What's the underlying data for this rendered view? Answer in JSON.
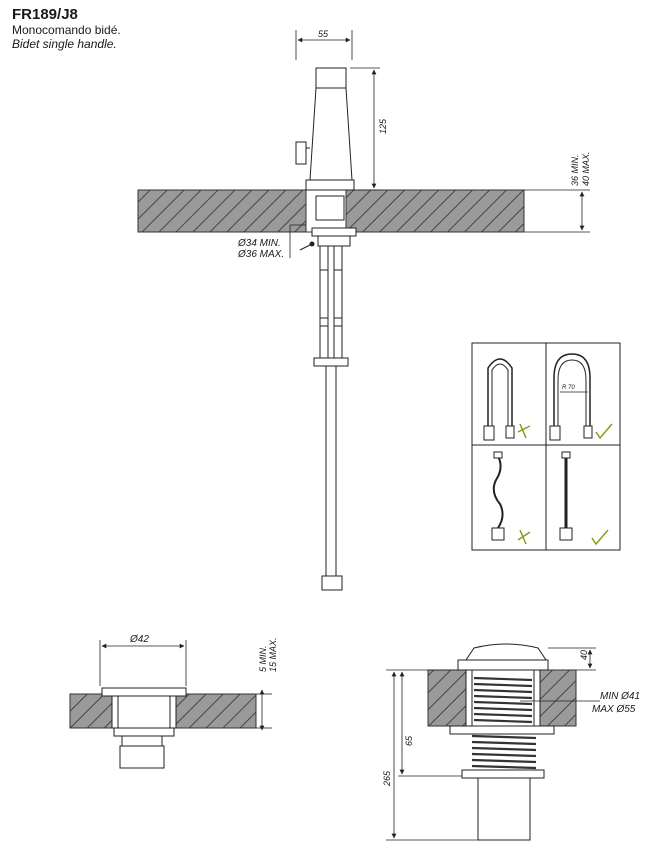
{
  "product": {
    "code": "FR189/J8",
    "description_es": "Monocomando bidé.",
    "description_en": "Bidet single handle."
  },
  "dimensions": {
    "width_top": "55",
    "height_body": "125",
    "deck_min": "36 MIN.",
    "deck_max": "40 MAX.",
    "hole_min": "Ø34 MIN.",
    "hole_max": "Ø36 MAX.",
    "bend_radius": "R 70",
    "waste_dia": "Ø42",
    "waste_min": "5 MIN.",
    "waste_max": "15 MAX.",
    "waste2_top": "40",
    "waste2_min": "MIN Ø41",
    "waste2_max": "MAX Ø55",
    "waste2_mid": "65",
    "waste2_total": "265"
  },
  "colors": {
    "line": "#222222",
    "hatch": "#555555",
    "check": "#8a9a1a"
  }
}
